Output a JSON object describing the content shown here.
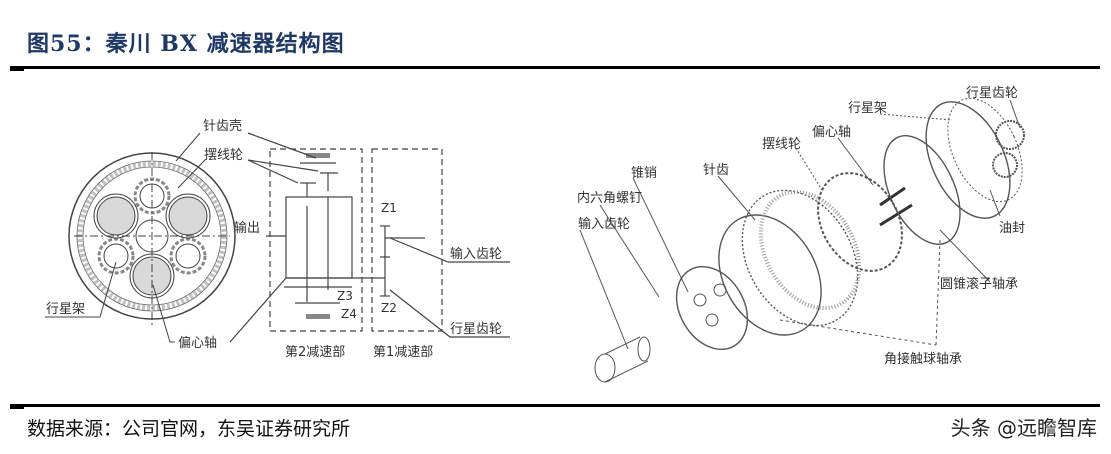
{
  "header": {
    "title": "图55：秦川 BX 减速器结构图"
  },
  "figure": {
    "schematic": {
      "labels": {
        "pin_housing": "针齿壳",
        "cycloid_wheel": "摆线轮",
        "output": "输出",
        "planet_carrier": "行星架",
        "eccentric_shaft": "偏心轴",
        "input_gear": "输入齿轮",
        "planet_gear": "行星齿轮",
        "stage2": "第2减速部",
        "stage1": "第1减速部",
        "z1": "Z1",
        "z2": "Z2",
        "z3": "Z3",
        "z4": "Z4"
      }
    },
    "exploded_view": {
      "labels": {
        "planet_gear": "行星齿轮",
        "planet_carrier": "行星架",
        "eccentric_shaft": "偏心轴",
        "cycloid_wheel": "摆线轮",
        "cone_pin": "锥销",
        "pin_tooth": "针齿",
        "hex_socket_screw": "内六角螺钉",
        "input_gear": "输入齿轮",
        "oil_seal": "油封",
        "tapered_roller_bearing": "圆锥滚子轴承",
        "angular_contact_ball_bearing": "角接触球轴承"
      }
    }
  },
  "footer": {
    "source": "数据来源：公司官网，东吴证券研究所",
    "watermark": "头条 @远瞻智库"
  }
}
